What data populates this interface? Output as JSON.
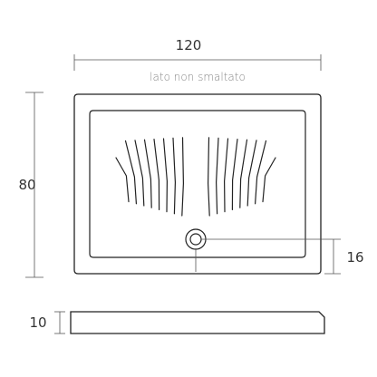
{
  "dimensions": {
    "width": "120",
    "depth": "80",
    "drain_offset": "16",
    "height": "10"
  },
  "note": "lato non smaltato",
  "colors": {
    "line": "#222222",
    "dimension_line": "#555555",
    "note_text": "#888888",
    "background": "#ffffff"
  }
}
